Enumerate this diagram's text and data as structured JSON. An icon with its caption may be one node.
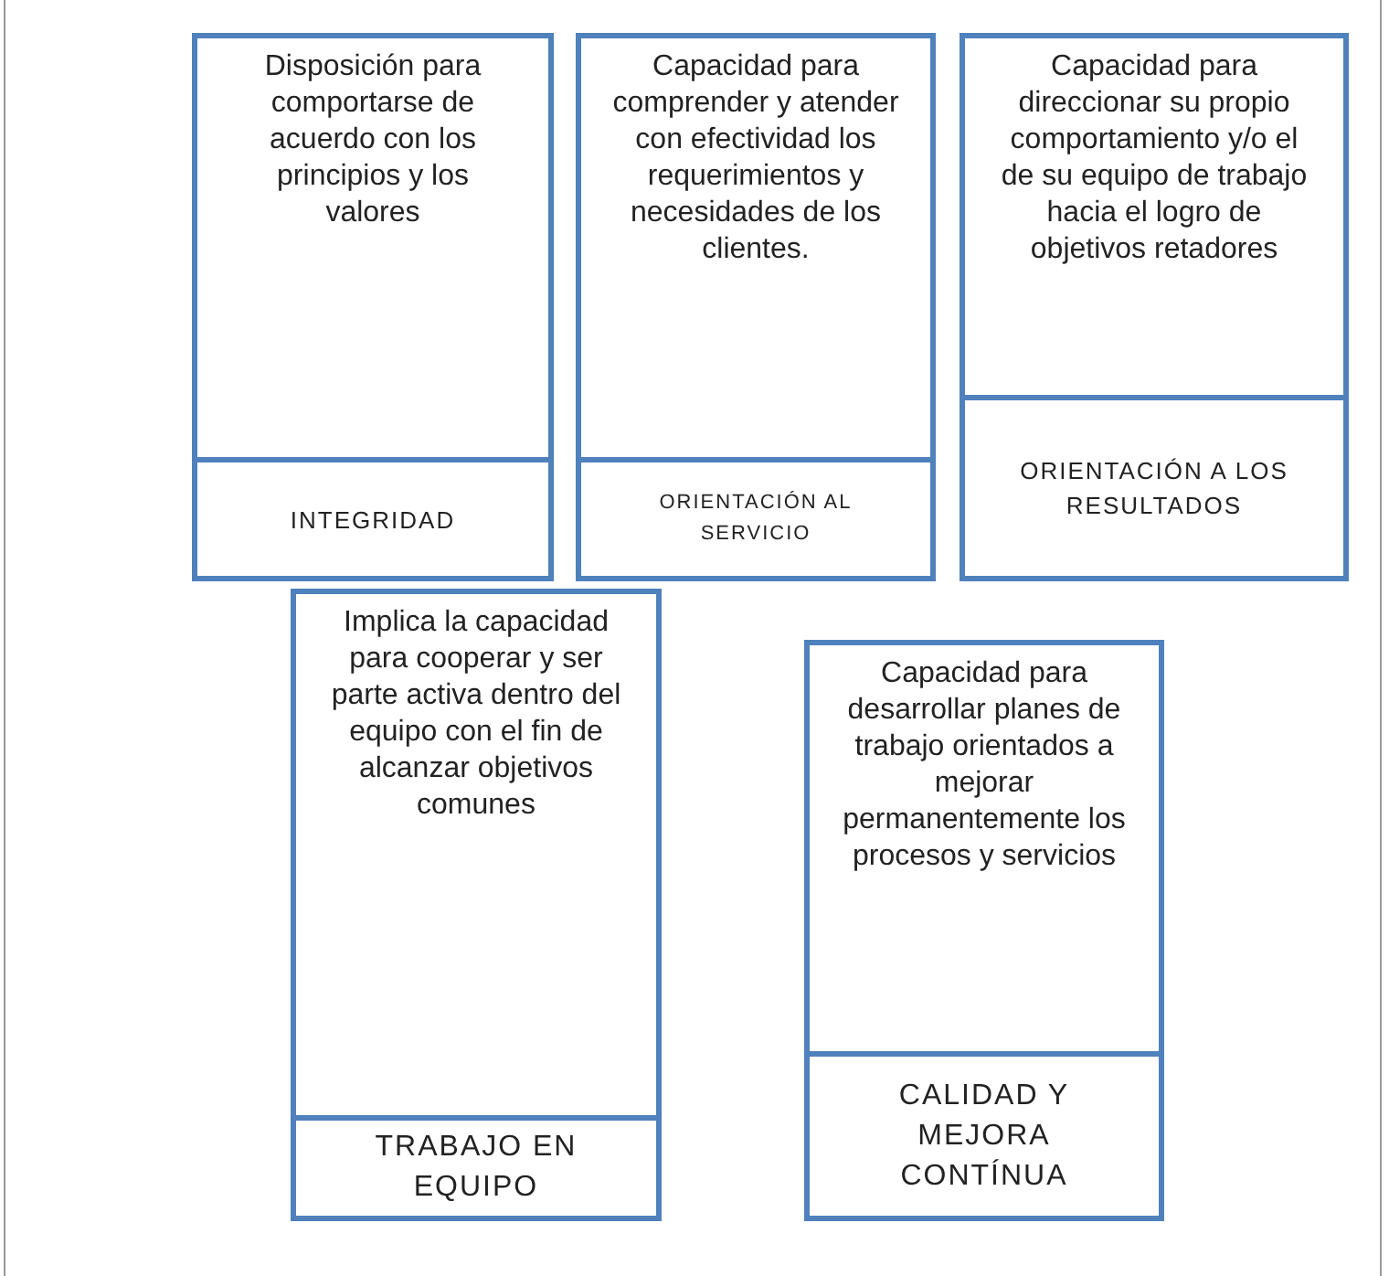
{
  "diagram": {
    "nodes": [
      {
        "text": [
          "Disposición para comportarse de acuerdo con los principios y los valores",
          "INTEGRIDAD"
        ]
      },
      {
        "text": [
          "Capacidad para comprender y atender con efectividad los requerimientos y necesidades de los clientes.",
          "ORIENTACIÓN AL SERVICIO"
        ]
      },
      {
        "text": [
          "Capacidad para direccionar su propio comportamiento y/o el de su equipo de trabajo hacia el logro de objetivos retadores",
          "ORIENTACIÓN A LOS RESULTADOS"
        ]
      },
      {
        "text": [
          "Implica la capacidad para cooperar y ser parte activa dentro del equipo con el fin de alcanzar objetivos comunes",
          "TRABAJO EN EQUIPO"
        ]
      },
      {
        "text": [
          "Capacidad para desarrollar planes de trabajo orientados a mejorar permanentemente los procesos y servicios",
          "CALIDAD Y MEJORA CONTÍNUA"
        ]
      }
    ]
  }
}
